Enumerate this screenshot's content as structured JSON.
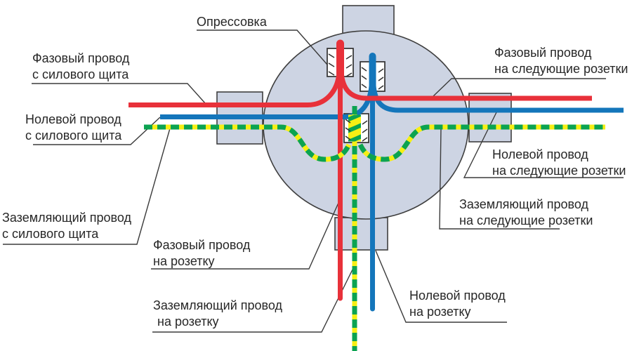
{
  "colors": {
    "phase": "#e8313a",
    "neutral": "#1476bb",
    "ground_green": "#0ba351",
    "ground_yellow": "#f6ef14",
    "box_fill": "#cdd4e3",
    "box_outline": "#3f3f3f",
    "crimp_fill": "#ffffff",
    "crimp_outline": "#313131",
    "leader": "#3b3b3b",
    "text": "#272727"
  },
  "labels": {
    "crimp": {
      "text": "Опрессовка"
    },
    "phase_from_panel": {
      "line1": "Фазовый провод",
      "line2": "с силового щита"
    },
    "neutral_from_panel": {
      "line1": "Нолевой провод",
      "line2": "с силового щита"
    },
    "ground_from_panel": {
      "line1": "Заземляющий провод",
      "line2": "с силового щита"
    },
    "phase_to_next": {
      "line1": "Фазовый провод",
      "line2": "на следующие розетки"
    },
    "neutral_to_next": {
      "line1": "Нолевой провод",
      "line2": "на следующие розетки"
    },
    "ground_to_next": {
      "line1": "Заземляющий провод",
      "line2": "на следующие розетки"
    },
    "phase_to_socket": {
      "line1": "Фазовый провод",
      "line2": "на розетку"
    },
    "ground_to_socket": {
      "line1": "Заземляющий провод",
      "line2": "на розетку"
    },
    "neutral_to_socket": {
      "line1": "Нолевой провод",
      "line2": "на розетку"
    }
  }
}
